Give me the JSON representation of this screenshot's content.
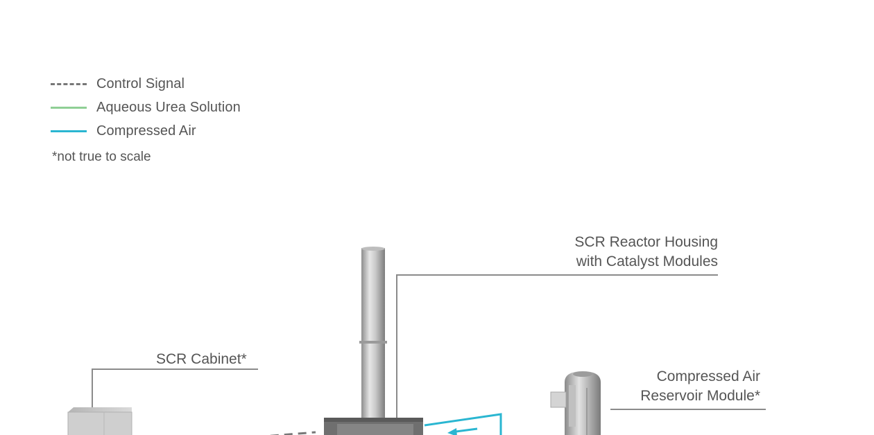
{
  "legend": {
    "items": [
      {
        "label": "Control Signal",
        "style": "dashed",
        "color": "#777777"
      },
      {
        "label": "Aqueous Urea Solution",
        "style": "solid",
        "color": "#8fcf95"
      },
      {
        "label": "Compressed Air",
        "style": "solid",
        "color": "#2ab6d1"
      }
    ],
    "note": "*not true to scale"
  },
  "components": {
    "reactor": {
      "line1": "SCR Reactor Housing",
      "line2": "with Catalyst Modules"
    },
    "cabinet": {
      "label": "SCR Cabinet*"
    },
    "air_reservoir": {
      "line1": "Compressed Air",
      "line2": "Reservoir Module*"
    }
  }
}
